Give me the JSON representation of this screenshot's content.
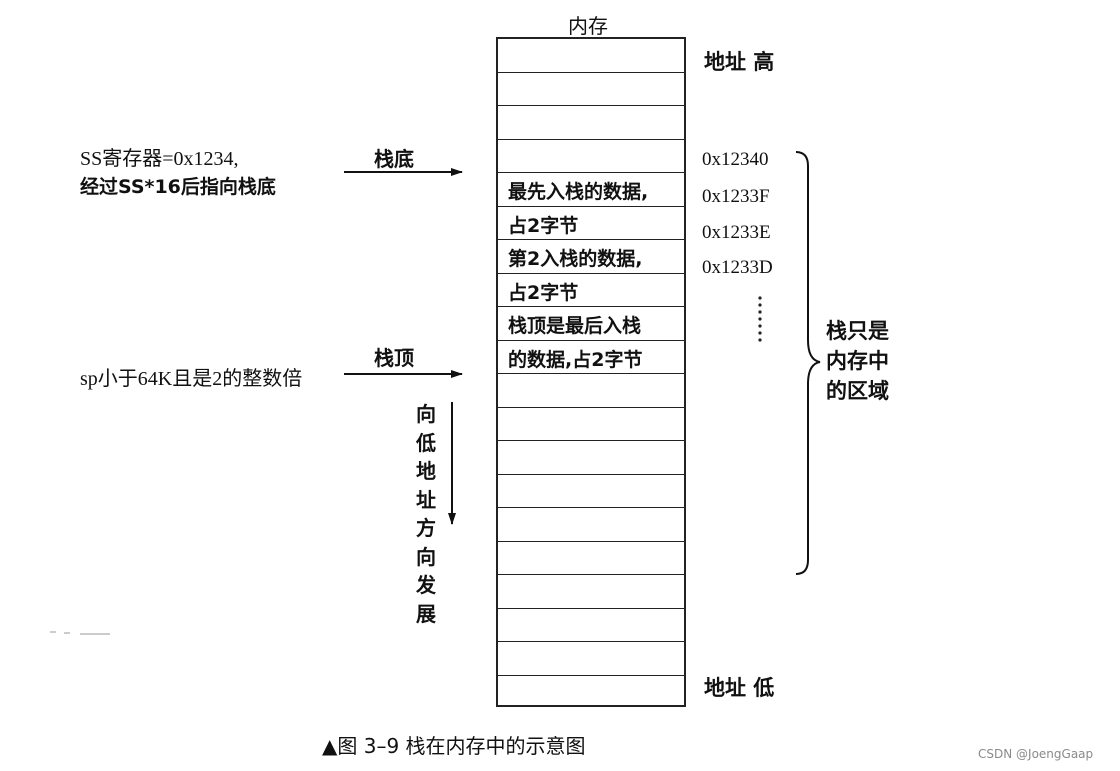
{
  "title": "内存",
  "cells": [
    {
      "text": ""
    },
    {
      "text": ""
    },
    {
      "text": ""
    },
    {
      "text": ""
    },
    {
      "text": "最先入栈的数据,"
    },
    {
      "text": "占2字节"
    },
    {
      "text": "第2入栈的数据,"
    },
    {
      "text": "占2字节"
    },
    {
      "text": "栈顶是最后入栈"
    },
    {
      "text": "的数据,占2字节"
    },
    {
      "text": ""
    },
    {
      "text": ""
    },
    {
      "text": ""
    },
    {
      "text": ""
    },
    {
      "text": ""
    },
    {
      "text": ""
    },
    {
      "text": ""
    },
    {
      "text": ""
    },
    {
      "text": ""
    },
    {
      "text": ""
    }
  ],
  "addr_high": "地址  高",
  "addr_low": "地址  低",
  "addresses": [
    "0x12340",
    "0x1233F",
    "0x1233E",
    "0x1233D"
  ],
  "ss_note_line1": "SS寄存器=0x1234,",
  "ss_note_line2": "经过SS*16后指向栈底",
  "stack_bottom": "栈底",
  "sp_note": "sp小于64K且是2的整数倍",
  "stack_top": "栈顶",
  "grow_direction": [
    "向",
    "低",
    "地",
    "址",
    "方",
    "向",
    "发",
    "展"
  ],
  "brace_label": [
    "栈只是",
    "内存中",
    "的区域"
  ],
  "caption": "▲图 3–9    栈在内存中的示意图",
  "watermark": "CSDN @JoengGaap"
}
